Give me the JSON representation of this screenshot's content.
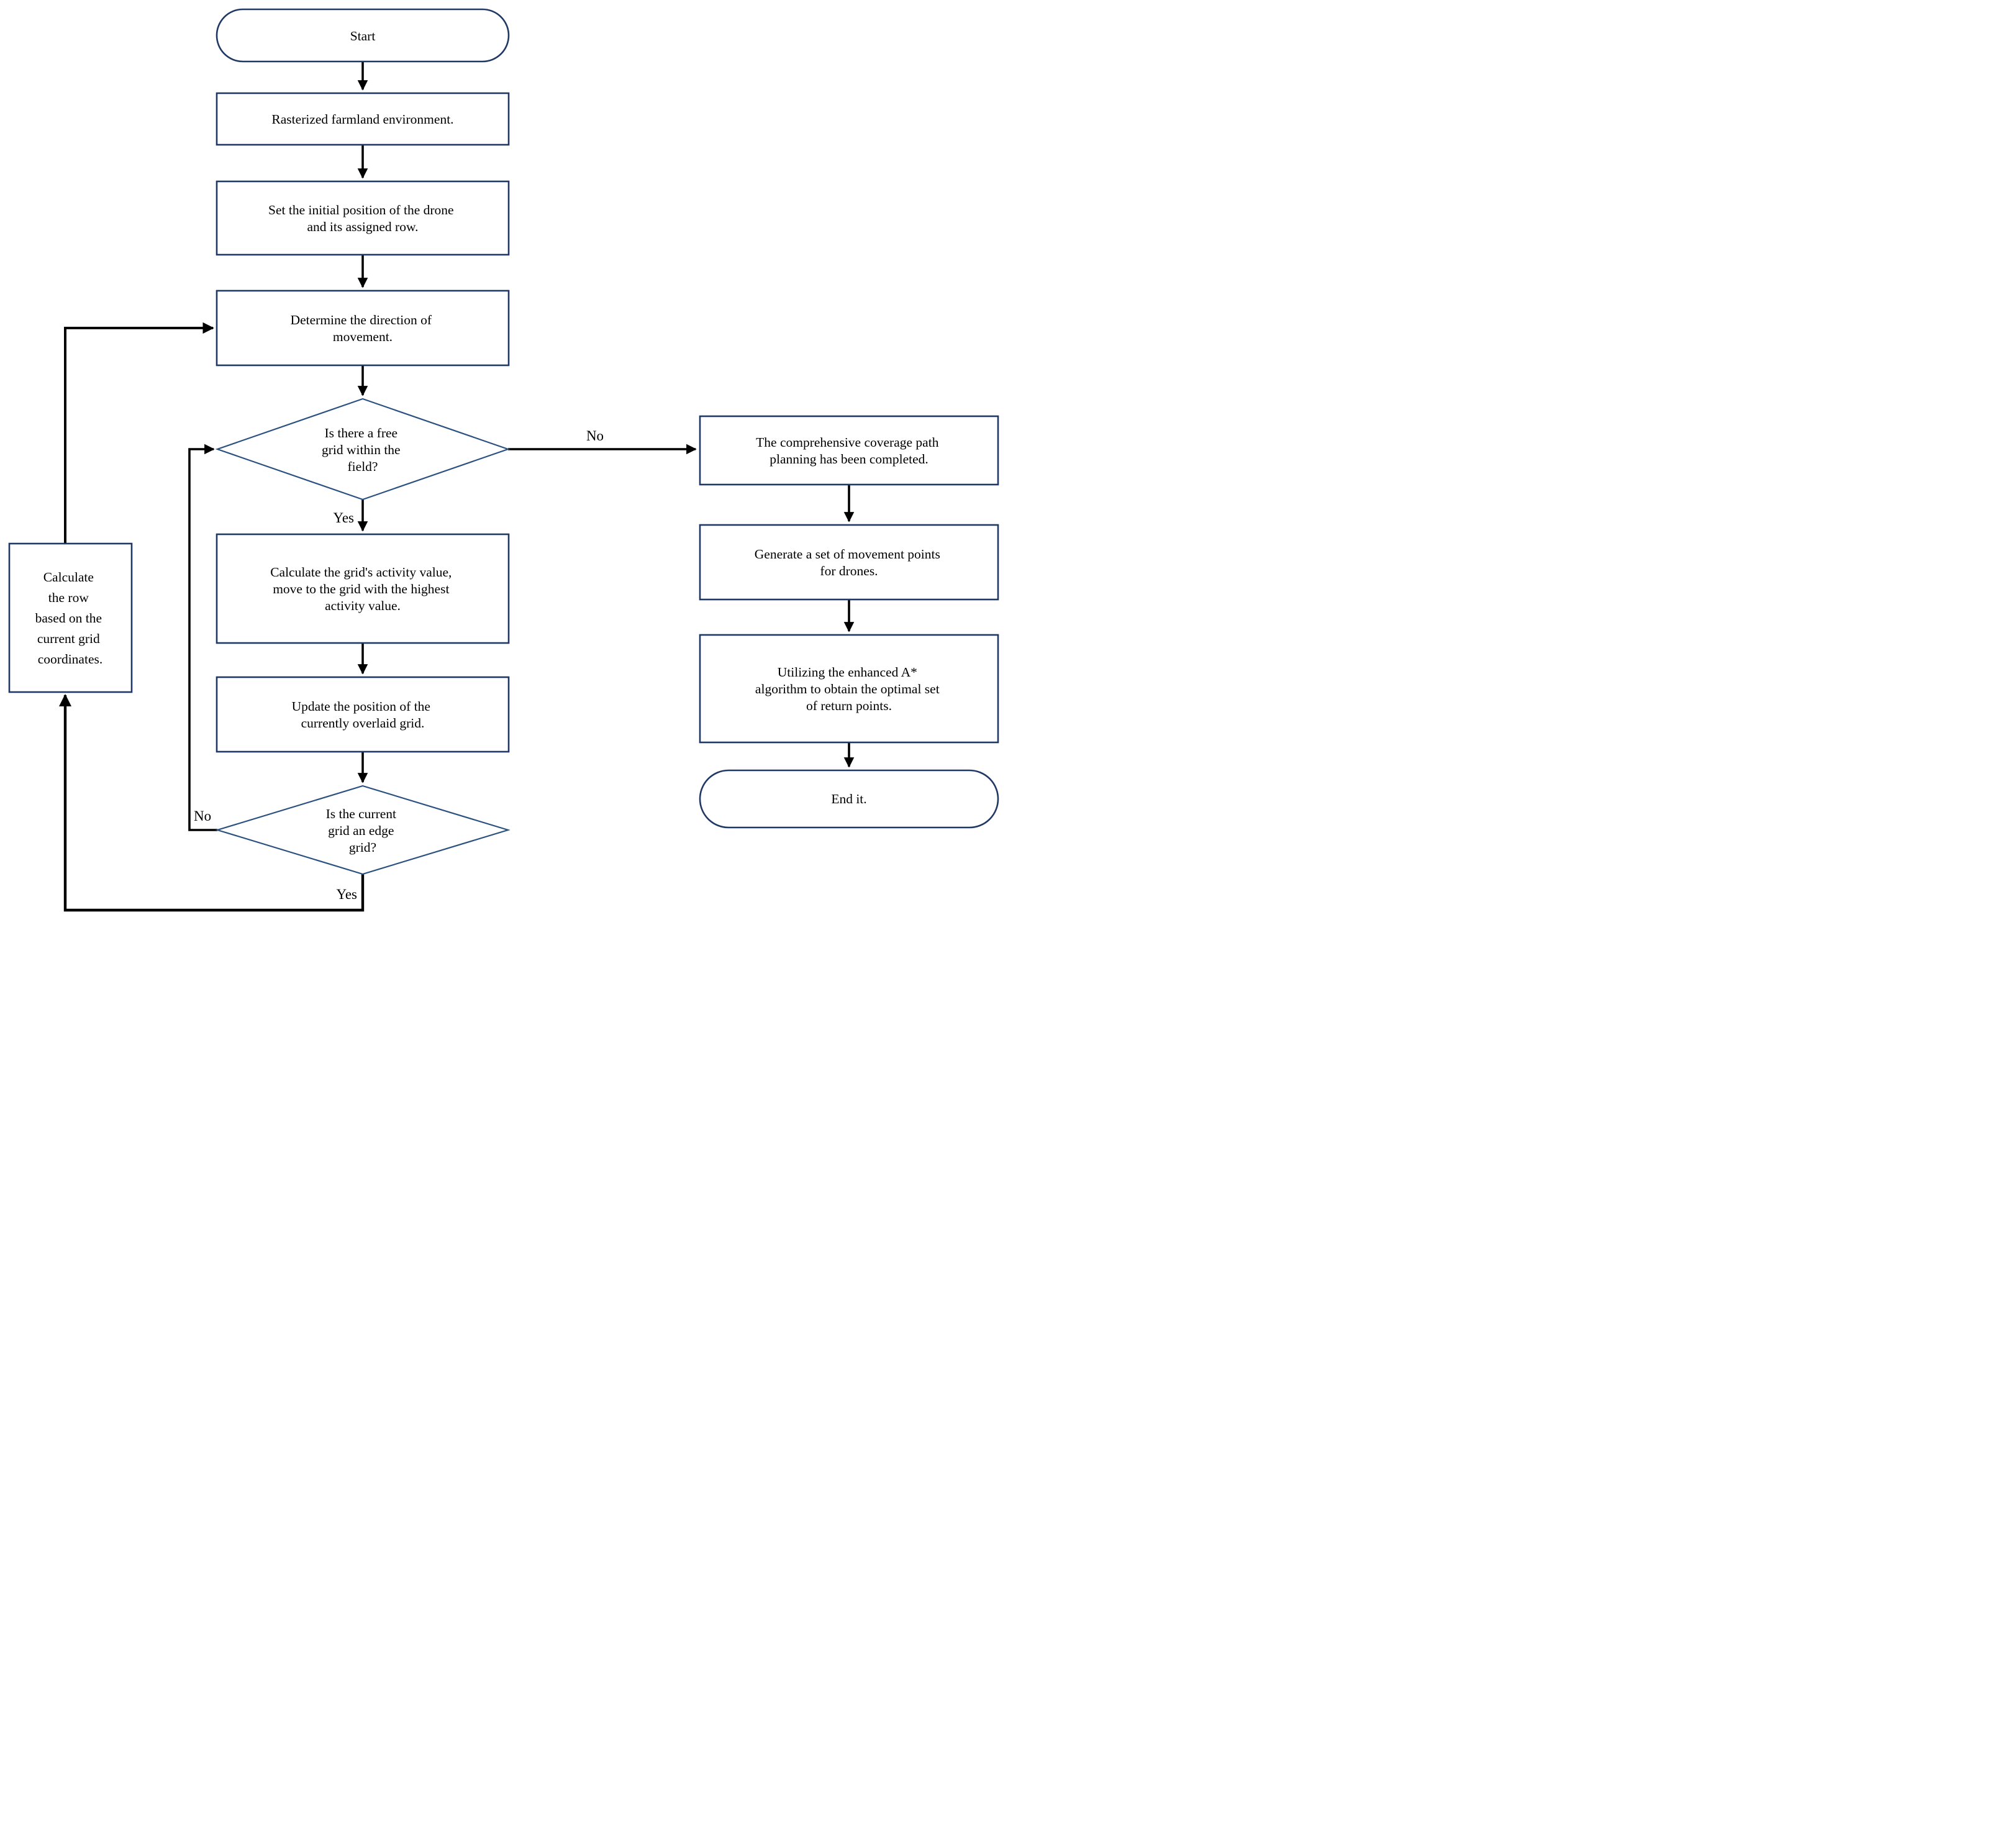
{
  "diagram": {
    "type": "flowchart",
    "background": "#ffffff",
    "colors": {
      "process_border": "#1f3864",
      "terminator_border": "#1f3864",
      "decision_border": "#2a517f",
      "connector": "#000000",
      "text": "#000000"
    },
    "nodes": {
      "start": {
        "type": "terminator",
        "label": "Start"
      },
      "rasterized": {
        "type": "process",
        "label": "Rasterized farmland environment."
      },
      "set_initial": {
        "type": "process",
        "label": "Set the initial position of the drone and its assigned row.",
        "lines": [
          "Set the initial position of the drone",
          "and its assigned row."
        ]
      },
      "determine_direction": {
        "type": "process",
        "label": "Determine the direction of movement.",
        "lines": [
          "Determine the direction of",
          "movement."
        ]
      },
      "free_grid_decision": {
        "type": "decision",
        "label": "Is there a free grid within the field?",
        "lines": [
          "Is there a free",
          "grid within the",
          "field?"
        ]
      },
      "calc_activity": {
        "type": "process",
        "label": "Calculate the grid's activity value, move to the grid with the highest activity value.",
        "lines": [
          "Calculate the grid's activity value,",
          "move to the grid with the highest",
          "activity value."
        ]
      },
      "update_position": {
        "type": "process",
        "label": "Update the position of the currently overlaid grid.",
        "lines": [
          "Update the position of the",
          "currently overlaid grid."
        ]
      },
      "edge_grid_decision": {
        "type": "decision",
        "label": "Is the current grid an edge grid?",
        "lines": [
          "Is the current",
          "grid an edge",
          "grid?"
        ]
      },
      "calc_row": {
        "type": "process",
        "label": "Calculate the row based on the current grid coordinates.",
        "lines": [
          "Calculate",
          "the row",
          "based on the",
          "current grid",
          "coordinates."
        ]
      },
      "coverage_complete": {
        "type": "process",
        "label": "The comprehensive coverage path planning has been completed.",
        "lines": [
          "The comprehensive coverage path",
          "planning has been completed."
        ]
      },
      "generate_points": {
        "type": "process",
        "label": "Generate a set of movement points for drones.",
        "lines": [
          "Generate a set of movement points",
          "for drones."
        ]
      },
      "enhanced_astar": {
        "type": "process",
        "label": "Utilizing the enhanced A* algorithm to obtain the optimal set of return points.",
        "lines": [
          "Utilizing the enhanced A*",
          "algorithm to obtain the optimal set",
          "of return points."
        ]
      },
      "end": {
        "type": "terminator",
        "label": "End it."
      }
    },
    "edge_labels": {
      "free_grid_yes": "Yes",
      "free_grid_no": "No",
      "edge_grid_yes": "Yes",
      "edge_grid_no": "No"
    }
  }
}
